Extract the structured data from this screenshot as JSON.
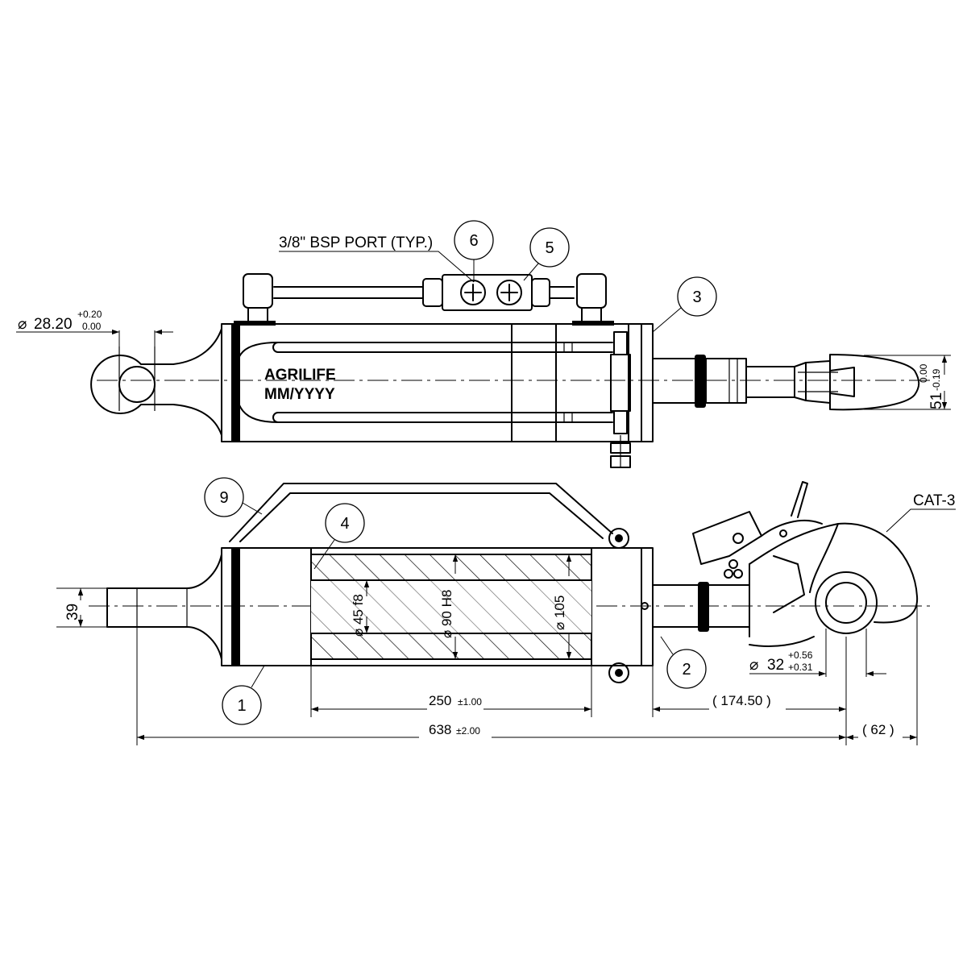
{
  "labels": {
    "port": "3/8\" BSP PORT (TYP.)",
    "brand": "AGRILIFE",
    "date_code": "MM/YYYY",
    "category": "CAT-3"
  },
  "balloons": {
    "b1": "1",
    "b2": "2",
    "b3": "3",
    "b4": "4",
    "b5": "5",
    "b6": "6",
    "b9": "9"
  },
  "dimensions": {
    "eye_dia_symbol": "⌀",
    "eye_dia": "28.20",
    "eye_dia_tol_upper": "+0.20",
    "eye_dia_tol_lower": "0.00",
    "hook_width": "51",
    "hook_width_tol_upper": "0.00",
    "hook_width_tol_lower": "-0.19",
    "shank": "39",
    "rod_dia": "⌀ 45 f8",
    "bore_dia": "⌀ 90 H8",
    "tube_od": "⌀ 105",
    "stroke": "250",
    "stroke_tol": "±1.00",
    "closed_length": "638",
    "closed_length_tol": "±2.00",
    "rod_extension": "( 174.50 )",
    "hook_offset": "( 62 )",
    "ball_dia_symbol": "⌀",
    "ball_dia": "32",
    "ball_dia_tol_upper": "+0.56",
    "ball_dia_tol_lower": "+0.31"
  }
}
